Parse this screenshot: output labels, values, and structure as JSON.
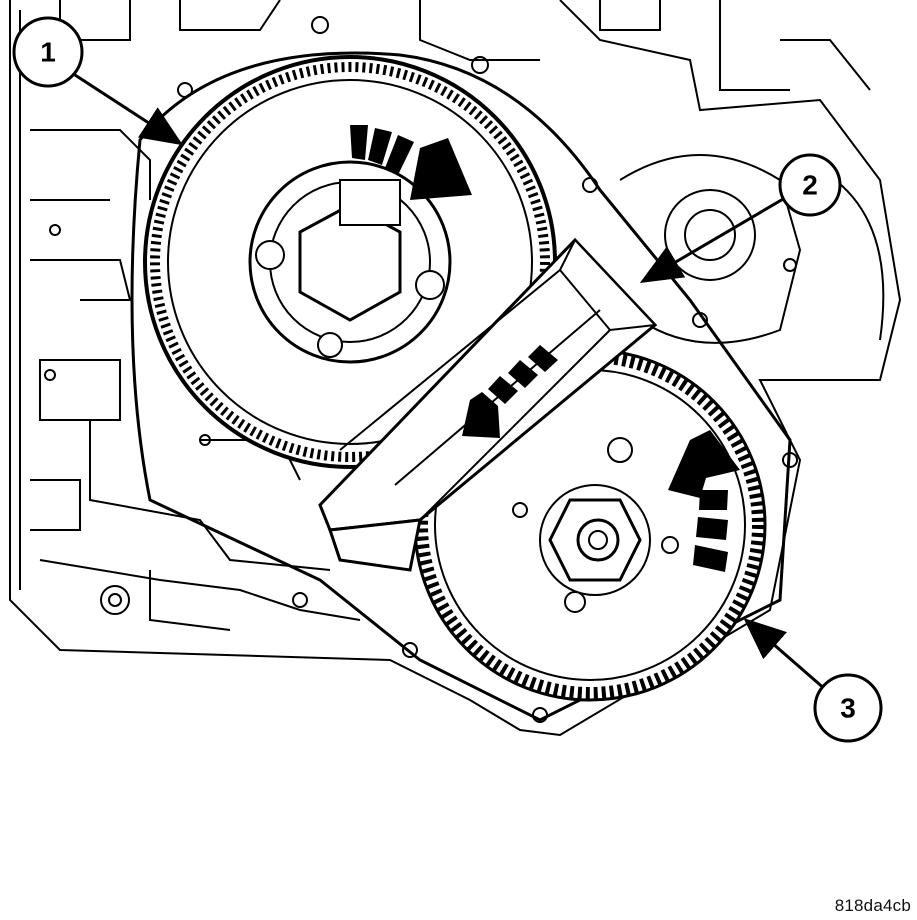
{
  "callouts": [
    {
      "id": "1",
      "label": "1"
    },
    {
      "id": "2",
      "label": "2"
    },
    {
      "id": "3",
      "label": "3"
    }
  ],
  "figure_code": "818da4cb"
}
